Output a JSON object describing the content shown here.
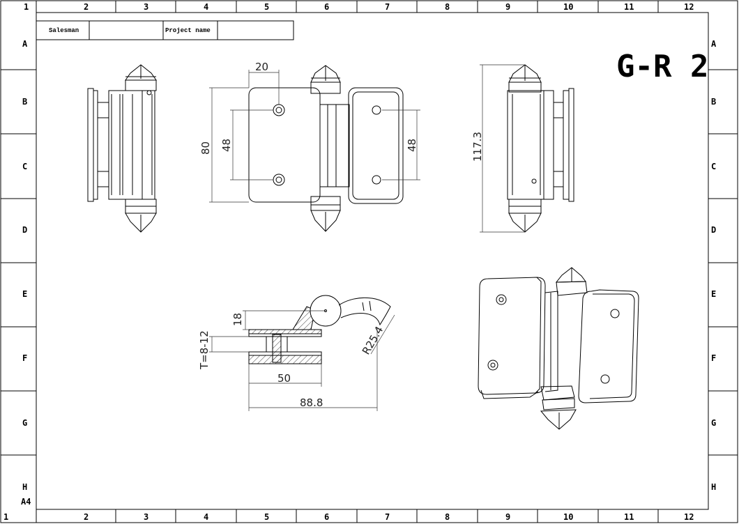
{
  "drawing": {
    "title": "G-R 2",
    "sheet_size": "A4",
    "title_block": {
      "salesman_label": "Salesman",
      "salesman_value": "",
      "project_label": "Project name",
      "project_value": ""
    },
    "column_labels_top": [
      "1",
      "2",
      "3",
      "4",
      "5",
      "6",
      "7",
      "8",
      "9",
      "10",
      "11",
      "12"
    ],
    "column_labels_bottom": [
      "1",
      "2",
      "3",
      "4",
      "5",
      "6",
      "7",
      "8",
      "9",
      "10",
      "11",
      "12"
    ],
    "row_labels": [
      "A",
      "B",
      "C",
      "D",
      "E",
      "F",
      "G",
      "H"
    ],
    "dimensions": {
      "top_width": "20",
      "overall_height": "80",
      "hole_spacing_left": "48",
      "hole_spacing_right": "48",
      "side_height": "117.3",
      "section_offset": "18",
      "glass_thickness": "T=8-12",
      "radius": "R25.4",
      "plate_width": "50",
      "overall_length": "88.8"
    }
  }
}
